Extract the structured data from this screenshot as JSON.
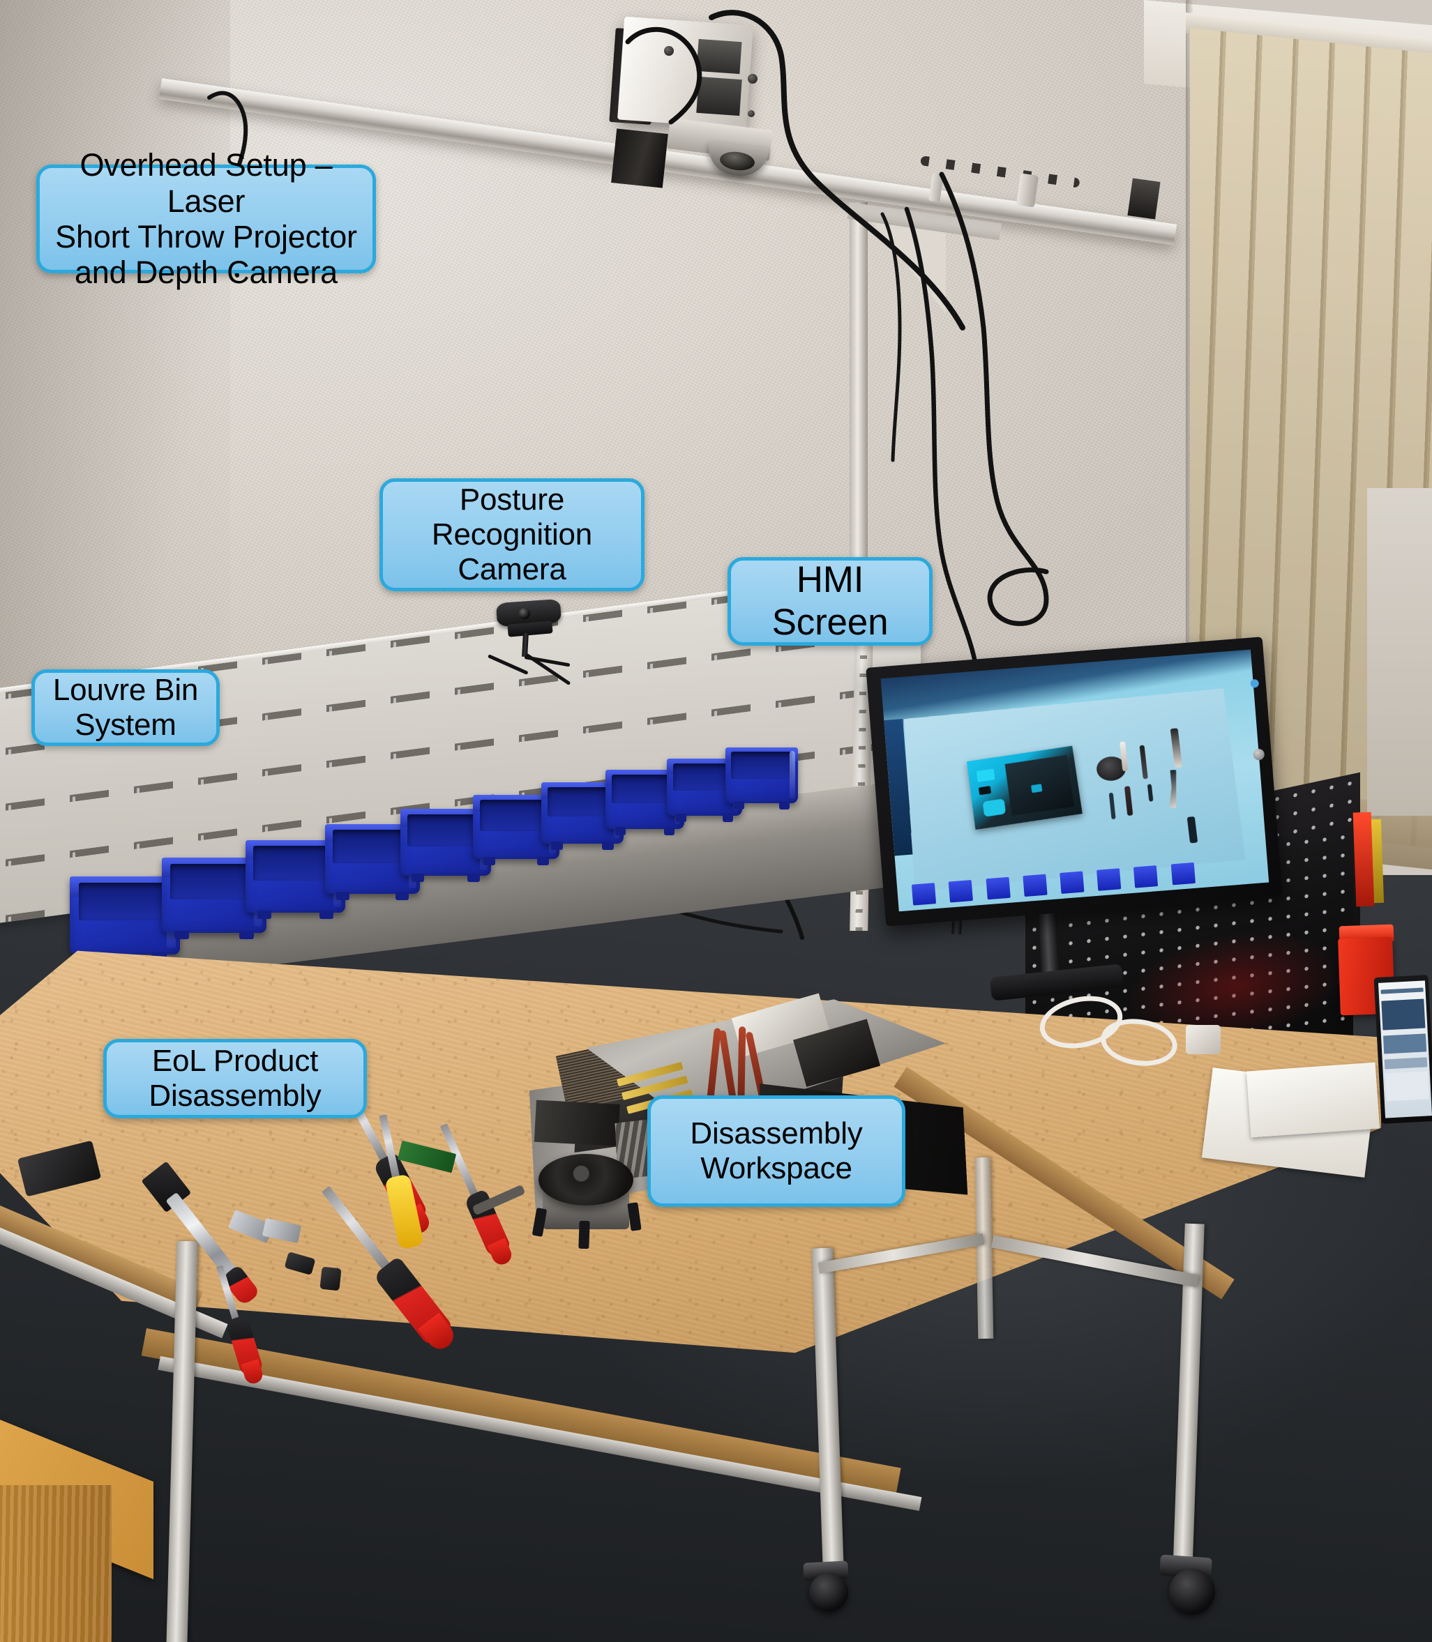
{
  "scene": {
    "title": "Annotated photograph of a human-centred disassembly workstation",
    "setting": "laboratory workcell with louvre panel, mobile workbench and overhead projector rig"
  },
  "callouts": [
    {
      "id": "overhead",
      "lines": [
        "Overhead Setup – Laser",
        "Short Throw Projector",
        "and Depth Camera"
      ],
      "target": "overhead projector boom arm"
    },
    {
      "id": "posture",
      "lines": [
        "Posture",
        "Recognition",
        "Camera"
      ],
      "target": "webcam on tripod above louvre panel"
    },
    {
      "id": "hmi",
      "lines": [
        "HMI",
        "Screen"
      ],
      "target": "monitor showing top-down bench view"
    },
    {
      "id": "louvre",
      "lines": [
        "Louvre Bin",
        "System"
      ],
      "target": "slotted panel with blue bins"
    },
    {
      "id": "eol",
      "lines": [
        "EoL Product",
        "Disassembly"
      ],
      "target": "opened desktop PC tower"
    },
    {
      "id": "disassembly",
      "lines": [
        "Disassembly",
        "Workspace"
      ],
      "target": "mobile workbench top"
    }
  ],
  "style": {
    "callout_fill": "#93cdef",
    "callout_border": "#2ba9dd",
    "callout_text": "#000000",
    "bin_blue": "#2034bd",
    "bench_top": "#d4a76c",
    "floor": "#2b2e32",
    "wall": "#ded8d0",
    "blinds": "#cdbd9c",
    "pegboard": "#121112",
    "toolbox_red": "#d8240f",
    "screwdriver_red": "#c8170f",
    "screwdriver_yellow": "#e0a706"
  },
  "equipment": {
    "overhead_rig": {
      "name": "Laser short throw projector and depth camera",
      "boom_arm": "aluminium extrusion boom on L wall bracket",
      "projector_body_color": "#e5e1da",
      "depth_camera_color": "#5c5954"
    },
    "posture_camera": {
      "name": "Posture recognition camera",
      "type": "USB webcam on mini tripod",
      "color": "#151516"
    },
    "hmi_monitor": {
      "name": "HMI Screen",
      "content": "live top-down camera view of the disassembly workspace",
      "visible_items": [
        "opened PC tower / motherboard",
        "CPU cooler",
        "screwdrivers",
        "adjustable wrench",
        "row of blue louvre bins"
      ]
    },
    "louvre_bin_system": {
      "name": "Louvre Bin System",
      "panel": "grey slotted louvre panel",
      "bin_count": 10,
      "bin_color": "#2034bd"
    },
    "workbench": {
      "name": "Disassembly Workspace",
      "top_material": "MDF / chipboard",
      "frame": "aluminium extrusion with swivel casters",
      "caster_count": 2
    },
    "eol_product": {
      "name": "EoL Product Disassembly",
      "item": "desktop PC tower, side panel removed",
      "visible_parts": [
        "motherboard",
        "RAM DIMM slots",
        "power supply",
        "optical drive",
        "SATA cables",
        "CPU cooler"
      ]
    },
    "pegboard": {
      "name": "Tool pegboard",
      "color": "#121112"
    },
    "secondary_monitor": {
      "name": "Secondary monitor",
      "position": "far right of bench"
    }
  },
  "tools_on_bench": [
    {
      "name": "adjustable wrench",
      "handle_color": "#c8170f"
    },
    {
      "name": "flat screwdriver large",
      "handle_color": "#c8170f"
    },
    {
      "name": "flat screwdriver small",
      "handle_color": "#c8170f"
    },
    {
      "name": "phillips screwdriver",
      "handle_color": "#c8170f"
    },
    {
      "name": "screwdriver yellow handle",
      "handle_color": "#e0a706"
    },
    {
      "name": "socket bits",
      "color": "#b5b8bc"
    },
    {
      "name": "pcb fragment",
      "color": "#1e6b28"
    },
    {
      "name": "black component",
      "color": "#1c1c1e"
    }
  ]
}
